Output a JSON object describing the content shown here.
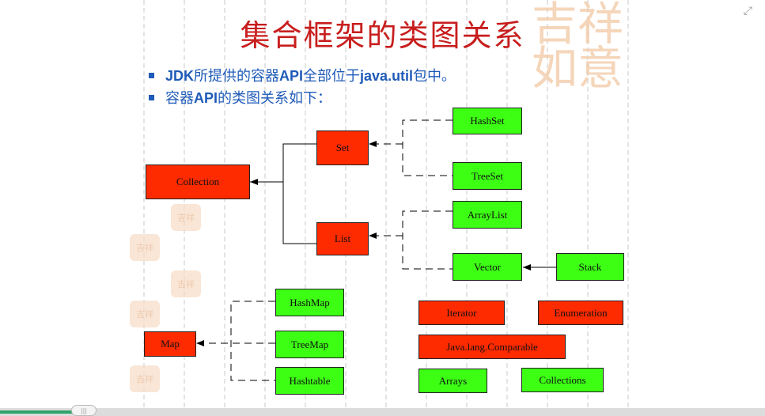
{
  "slide": {
    "title": "集合框架的类图关系",
    "bullet1": {
      "b1": "JDK",
      "t1": "所提供的容器",
      "b2": "API",
      "t2": "全部位于",
      "b3": "java.util",
      "t3": "包中。"
    },
    "bullet2": {
      "t1": "容器",
      "b1": "API",
      "t2": "的类图关系如下："
    },
    "watermark": "吉祥如意",
    "expand_icon": "expand-icon"
  },
  "diagram": {
    "collection": "Collection",
    "set": "Set",
    "list": "List",
    "hashset": "HashSet",
    "treeset": "TreeSet",
    "arraylist": "ArrayList",
    "vector": "Vector",
    "stack": "Stack",
    "map": "Map",
    "hashmap": "HashMap",
    "treemap": "TreeMap",
    "hashtable": "Hashtable",
    "iterator": "Iterator",
    "enumeration": "Enumeration",
    "comparable": "Java.lang.Comparable",
    "arrays": "Arrays",
    "collections": "Collections"
  },
  "colors": {
    "interface": "#fe2a00",
    "class": "#3cff14",
    "title": "#c81e1e",
    "bullet": "#1f5bb8"
  },
  "player": {
    "progress_fraction": 0.1,
    "handle_icon": "grip-icon"
  }
}
